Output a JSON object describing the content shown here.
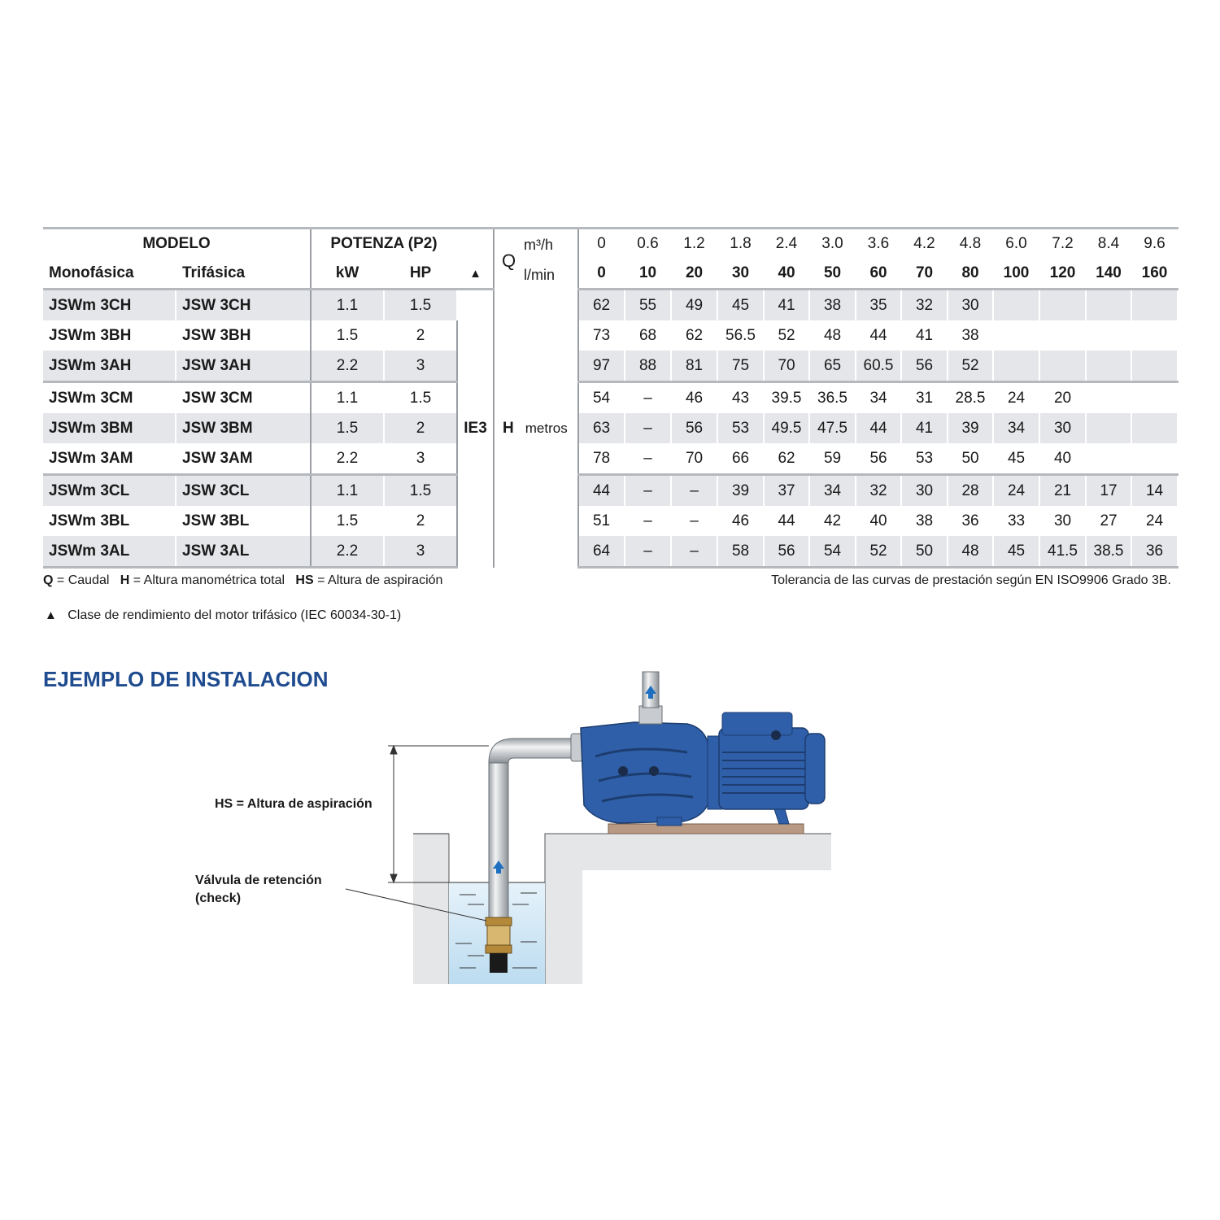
{
  "table": {
    "header": {
      "modelo": "MODELO",
      "potenza": "POTENZA (P2)",
      "monofasica": "Monofásica",
      "trifasica": "Trifásica",
      "kw": "kW",
      "hp": "HP",
      "efficiency_symbol": "▲",
      "q": "Q",
      "q_unit_m3h": "m³/h",
      "q_unit_lmin": "l/min",
      "flows_m3h": [
        "0",
        "0.6",
        "1.2",
        "1.8",
        "2.4",
        "3.0",
        "3.6",
        "4.2",
        "4.8",
        "6.0",
        "7.2",
        "8.4",
        "9.6"
      ],
      "flows_lmin": [
        "0",
        "10",
        "20",
        "30",
        "40",
        "50",
        "60",
        "70",
        "80",
        "100",
        "120",
        "140",
        "160"
      ]
    },
    "efficiency_class": "IE3",
    "h_label": "H",
    "h_unit": "metros",
    "rows": [
      {
        "mono": "JSWm 3CH",
        "tri": "JSW 3CH",
        "kw": "1.1",
        "hp": "1.5",
        "h": [
          "62",
          "55",
          "49",
          "45",
          "41",
          "38",
          "35",
          "32",
          "30",
          "",
          "",
          "",
          ""
        ]
      },
      {
        "mono": "JSWm 3BH",
        "tri": "JSW 3BH",
        "kw": "1.5",
        "hp": "2",
        "h": [
          "73",
          "68",
          "62",
          "56.5",
          "52",
          "48",
          "44",
          "41",
          "38",
          "",
          "",
          "",
          ""
        ]
      },
      {
        "mono": "JSWm 3AH",
        "tri": "JSW 3AH",
        "kw": "2.2",
        "hp": "3",
        "h": [
          "97",
          "88",
          "81",
          "75",
          "70",
          "65",
          "60.5",
          "56",
          "52",
          "",
          "",
          "",
          ""
        ]
      },
      {
        "mono": "JSWm 3CM",
        "tri": "JSW 3CM",
        "kw": "1.1",
        "hp": "1.5",
        "h": [
          "54",
          "–",
          "46",
          "43",
          "39.5",
          "36.5",
          "34",
          "31",
          "28.5",
          "24",
          "20",
          "",
          ""
        ]
      },
      {
        "mono": "JSWm 3BM",
        "tri": "JSW 3BM",
        "kw": "1.5",
        "hp": "2",
        "h": [
          "63",
          "–",
          "56",
          "53",
          "49.5",
          "47.5",
          "44",
          "41",
          "39",
          "34",
          "30",
          "",
          ""
        ]
      },
      {
        "mono": "JSWm 3AM",
        "tri": "JSW 3AM",
        "kw": "2.2",
        "hp": "3",
        "h": [
          "78",
          "–",
          "70",
          "66",
          "62",
          "59",
          "56",
          "53",
          "50",
          "45",
          "40",
          "",
          ""
        ]
      },
      {
        "mono": "JSWm 3CL",
        "tri": "JSW 3CL",
        "kw": "1.1",
        "hp": "1.5",
        "h": [
          "44",
          "–",
          "–",
          "39",
          "37",
          "34",
          "32",
          "30",
          "28",
          "24",
          "21",
          "17",
          "14"
        ]
      },
      {
        "mono": "JSWm 3BL",
        "tri": "JSW 3BL",
        "kw": "1.5",
        "hp": "2",
        "h": [
          "51",
          "–",
          "–",
          "46",
          "44",
          "42",
          "40",
          "38",
          "36",
          "33",
          "30",
          "27",
          "24"
        ]
      },
      {
        "mono": "JSWm 3AL",
        "tri": "JSW 3AL",
        "kw": "2.2",
        "hp": "3",
        "h": [
          "64",
          "–",
          "–",
          "58",
          "56",
          "54",
          "52",
          "50",
          "48",
          "45",
          "41.5",
          "38.5",
          "36"
        ]
      }
    ]
  },
  "notes": {
    "q_abbr": "Q",
    "q_def": "= Caudal",
    "h_abbr": "H",
    "h_def": "= Altura manométrica total",
    "hs_abbr": "HS",
    "hs_def": "= Altura de aspiración",
    "tolerance": "Tolerancia de las curvas de prestación según EN ISO9906 Grado 3B.",
    "triangle": "▲",
    "efficiency_note": "Clase de rendimiento del motor trifásico (IEC 60034-30-1)"
  },
  "installation": {
    "title": "EJEMPLO DE INSTALACION",
    "hs_label": "HS = Altura de aspiración",
    "valve_label_1": "Válvula  de  retención",
    "valve_label_2": "(check)"
  },
  "colors": {
    "title_blue": "#1f4b8f",
    "row_shade": "#e4e6e9",
    "pump_blue": "#2f5fa8",
    "water": "#cfe6f4"
  }
}
